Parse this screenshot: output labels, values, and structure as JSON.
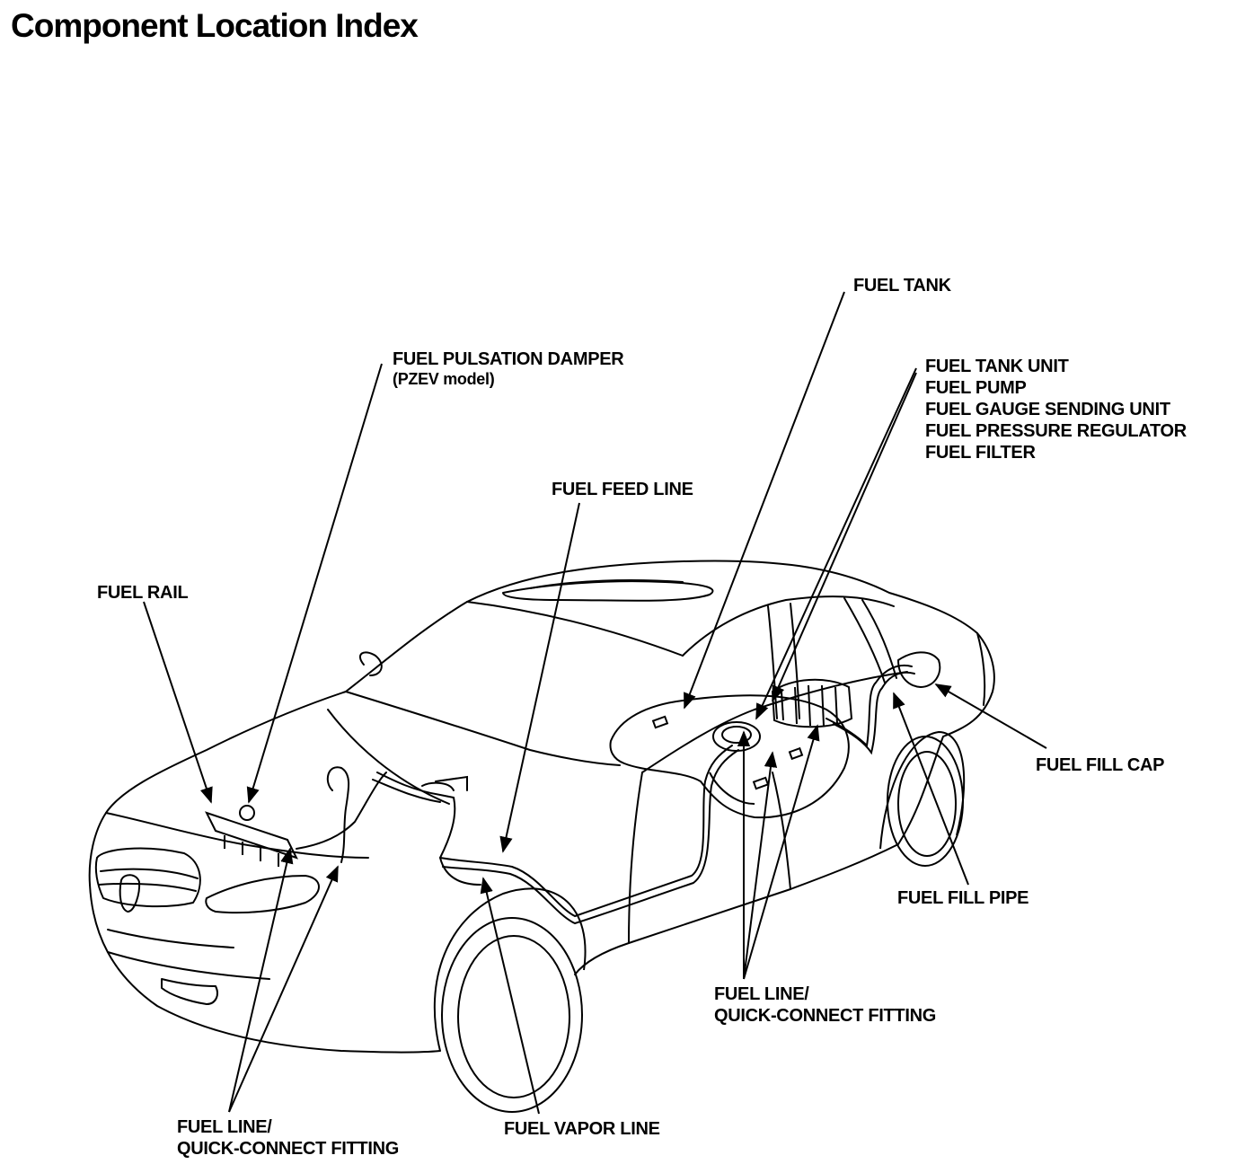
{
  "title": "Component Location Index",
  "labels": {
    "fuel_tank": "FUEL TANK",
    "fuel_pulsation_damper": [
      "FUEL PULSATION DAMPER",
      "(PZEV model)"
    ],
    "fuel_tank_unit": [
      "FUEL TANK UNIT",
      "FUEL PUMP",
      "FUEL GAUGE SENDING UNIT",
      "FUEL PRESSURE REGULATOR",
      "FUEL FILTER"
    ],
    "fuel_feed_line": "FUEL FEED LINE",
    "fuel_rail": "FUEL RAIL",
    "fuel_fill_cap": "FUEL FILL CAP",
    "fuel_fill_pipe": "FUEL FILL PIPE",
    "fuel_line_rear": [
      "FUEL LINE/",
      "QUICK-CONNECT FITTING"
    ],
    "fuel_line_front": [
      "FUEL LINE/",
      "QUICK-CONNECT FITTING"
    ],
    "fuel_vapor_line": "FUEL VAPOR LINE"
  },
  "colors": {
    "ink": "#000000",
    "paper": "#ffffff"
  }
}
